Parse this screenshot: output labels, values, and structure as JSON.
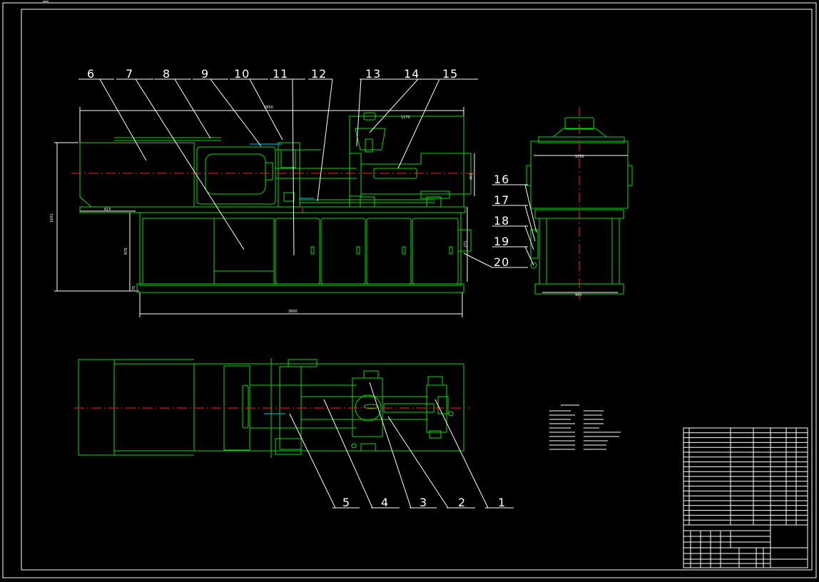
{
  "drawing": {
    "part_labels_top": [
      "6",
      "7",
      "8",
      "9",
      "10",
      "11",
      "12",
      "13",
      "14",
      "15"
    ],
    "part_labels_right": [
      "16",
      "17",
      "18",
      "19",
      "20"
    ],
    "part_labels_bottom": [
      "5",
      "4",
      "3",
      "2",
      "1"
    ],
    "colors": {
      "background": "#000000",
      "outline": "#00e000",
      "leader": "#ffffff",
      "centerline": "#ff2020",
      "label": "#ffffff"
    }
  }
}
